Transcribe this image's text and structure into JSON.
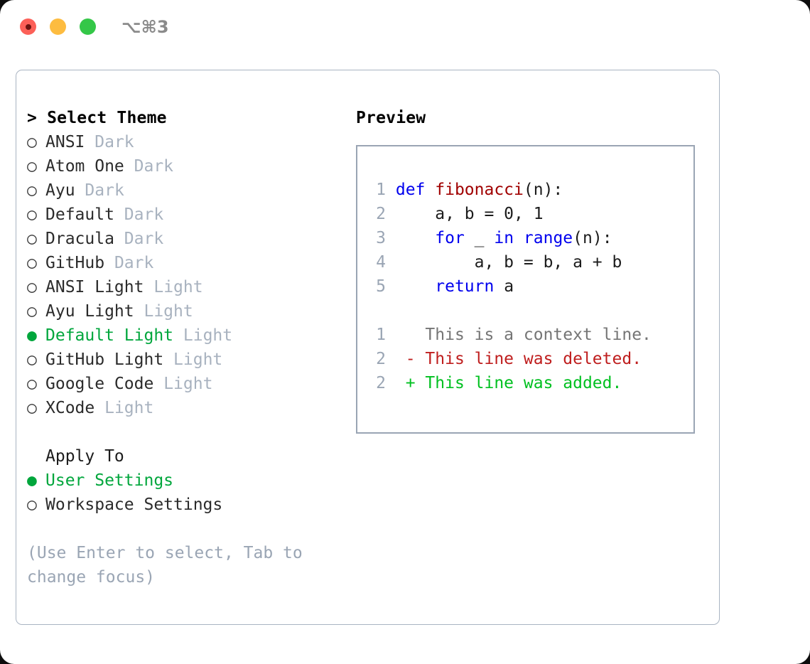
{
  "titlebar": {
    "shortcut": "⌥⌘3",
    "lights": [
      "close",
      "minimize",
      "maximize"
    ]
  },
  "left": {
    "header": "> Select Theme",
    "themes": [
      {
        "bullet": "○",
        "name": "ANSI",
        "tag": "Dark",
        "selected": false
      },
      {
        "bullet": "○",
        "name": "Atom One",
        "tag": "Dark",
        "selected": false
      },
      {
        "bullet": "○",
        "name": "Ayu",
        "tag": "Dark",
        "selected": false
      },
      {
        "bullet": "○",
        "name": "Default",
        "tag": "Dark",
        "selected": false
      },
      {
        "bullet": "○",
        "name": "Dracula",
        "tag": "Dark",
        "selected": false
      },
      {
        "bullet": "○",
        "name": "GitHub",
        "tag": "Dark",
        "selected": false
      },
      {
        "bullet": "○",
        "name": "ANSI Light",
        "tag": "Light",
        "selected": false
      },
      {
        "bullet": "○",
        "name": "Ayu Light",
        "tag": "Light",
        "selected": false
      },
      {
        "bullet": "●",
        "name": "Default Light",
        "tag": "Light",
        "selected": true
      },
      {
        "bullet": "○",
        "name": "GitHub Light",
        "tag": "Light",
        "selected": false
      },
      {
        "bullet": "○",
        "name": "Google Code",
        "tag": "Light",
        "selected": false
      },
      {
        "bullet": "○",
        "name": "XCode",
        "tag": "Light",
        "selected": false
      }
    ],
    "apply_to_label": "Apply To",
    "apply_to": [
      {
        "bullet": "●",
        "name": "User Settings",
        "selected": true
      },
      {
        "bullet": "○",
        "name": "Workspace Settings",
        "selected": false
      }
    ],
    "hint": "(Use Enter to select, Tab to change focus)"
  },
  "right": {
    "preview_title": "Preview",
    "code": [
      {
        "no": "1",
        "tokens": [
          {
            "t": "def ",
            "c": "kw"
          },
          {
            "t": "fibonacci",
            "c": "fn"
          },
          {
            "t": "(n):",
            "c": "plain"
          }
        ]
      },
      {
        "no": "2",
        "tokens": [
          {
            "t": "    a, b = 0, 1",
            "c": "plain"
          }
        ]
      },
      {
        "no": "3",
        "tokens": [
          {
            "t": "    ",
            "c": "plain"
          },
          {
            "t": "for",
            "c": "kw"
          },
          {
            "t": " _ ",
            "c": "plain"
          },
          {
            "t": "in",
            "c": "kw"
          },
          {
            "t": " ",
            "c": "plain"
          },
          {
            "t": "range",
            "c": "kw"
          },
          {
            "t": "(n):",
            "c": "plain"
          }
        ]
      },
      {
        "no": "4",
        "tokens": [
          {
            "t": "        a, b = b, a + b",
            "c": "plain"
          }
        ]
      },
      {
        "no": "5",
        "tokens": [
          {
            "t": "    ",
            "c": "plain"
          },
          {
            "t": "return",
            "c": "kw"
          },
          {
            "t": " a",
            "c": "plain"
          }
        ]
      }
    ],
    "diff": [
      {
        "no": "1",
        "marker": "  ",
        "text": "This is a context line.",
        "kind": "ctx"
      },
      {
        "no": "2",
        "marker": "- ",
        "text": "This line was deleted.",
        "kind": "del"
      },
      {
        "no": "2",
        "marker": "+ ",
        "text": "This line was added.",
        "kind": "add"
      }
    ]
  },
  "colors": {
    "accent_green": "#00a63c",
    "keyword_blue": "#0000ee",
    "function_red": "#a00000",
    "diff_deleted": "#bf1e1e",
    "diff_added": "#00c020",
    "muted_gray": "#a8b2bf",
    "border": "#9aa5b4"
  }
}
